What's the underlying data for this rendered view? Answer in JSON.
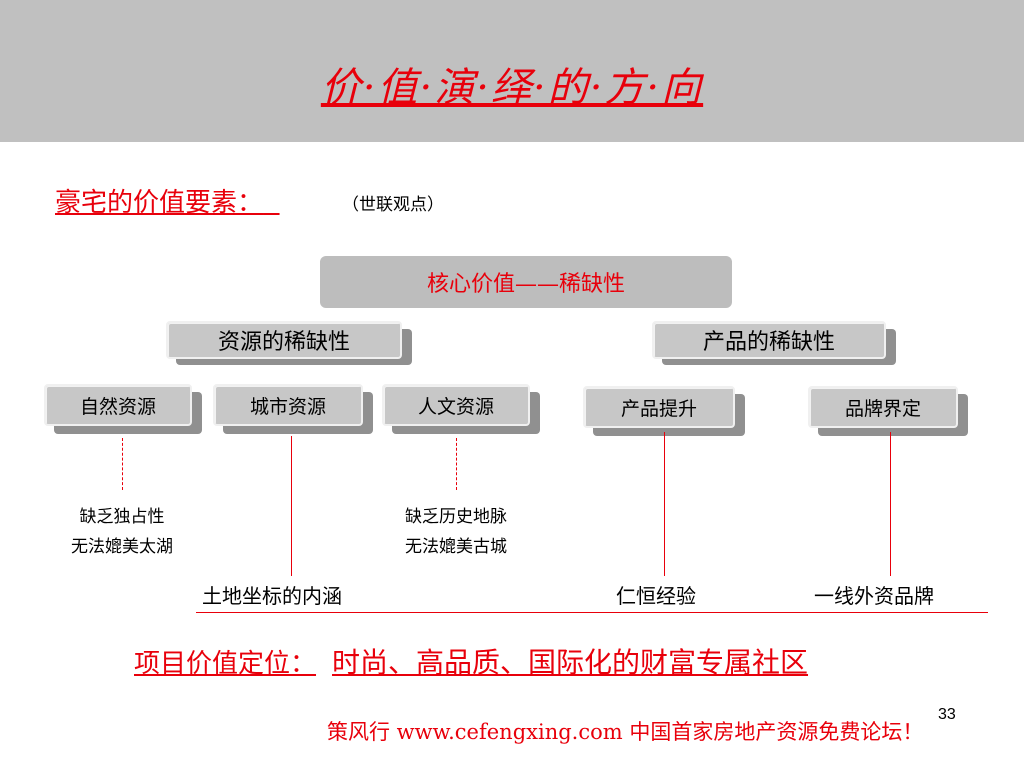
{
  "slide": {
    "title": "价·值·演·绎·的·方·向",
    "section_heading": "豪宅的价值要素：",
    "section_note": "（世联观点）",
    "page_number": "33",
    "footer": "策风行 www.cefengxing.com 中国首家房地产资源免费论坛！"
  },
  "diagram": {
    "core": "核心价值——稀缺性",
    "branches": [
      {
        "label": "资源的稀缺性"
      },
      {
        "label": "产品的稀缺性"
      }
    ],
    "leaves": [
      {
        "label": "自然资源",
        "note": [
          "缺乏独占性",
          "无法媲美太湖"
        ]
      },
      {
        "label": "城市资源",
        "result": "土地坐标的内涵"
      },
      {
        "label": "人文资源",
        "note": [
          "缺乏历史地脉",
          "无法媲美古城"
        ]
      },
      {
        "label": "产品提升",
        "result": "仁恒经验"
      },
      {
        "label": "品牌界定",
        "result": "一线外资品牌"
      }
    ]
  },
  "positioning": {
    "label": "项目价值定位：",
    "value": "时尚、高品质、国际化的财富专属社区"
  },
  "colors": {
    "accent": "#e8000b",
    "header_band": "#c0c0c0",
    "box_fill": "#c7c7c7",
    "box_shadow": "#909090"
  }
}
